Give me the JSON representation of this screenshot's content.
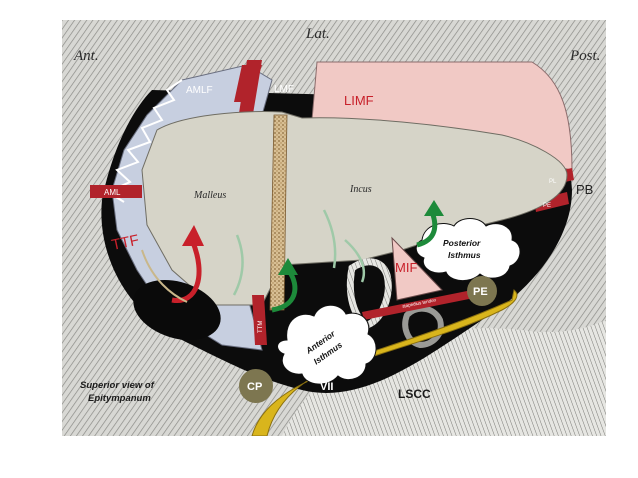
{
  "directions": {
    "anterior": "Ant.",
    "lateral": "Lat.",
    "posterior": "Post."
  },
  "labels": {
    "amlf": "AMLF",
    "lmf": "LMF",
    "limf": "LIMF",
    "aml": "AML",
    "ttf": "TTF",
    "malleus": "Malleus",
    "incus": "Incus",
    "pl": "PL",
    "pe_small": "PE",
    "pb": "PB",
    "mif": "MIF",
    "posterior_isthmus": [
      "Posterior",
      "Isthmus"
    ],
    "anterior_isthmus": [
      "Anterior",
      "Isthmus"
    ],
    "pe": "PE",
    "ttm": "TTM",
    "cp": "CP",
    "vii": "VII",
    "lscc": "LSCC",
    "tendon_strip": "stapedius tendon"
  },
  "caption": [
    "Superior view of",
    "Epitympanum"
  ],
  "colors": {
    "fold_red": "#b1232b",
    "ossicle": "#d6d4c8",
    "limf_pink": "#f1c9c5",
    "membrane_blue": "#c7cfe0",
    "arrow_red": "#c8202a",
    "arrow_green": "#1d8a3a",
    "nerve_yellow": "#d9b51c",
    "olive": "#7d7650",
    "background_black": "#0c0c0c"
  }
}
